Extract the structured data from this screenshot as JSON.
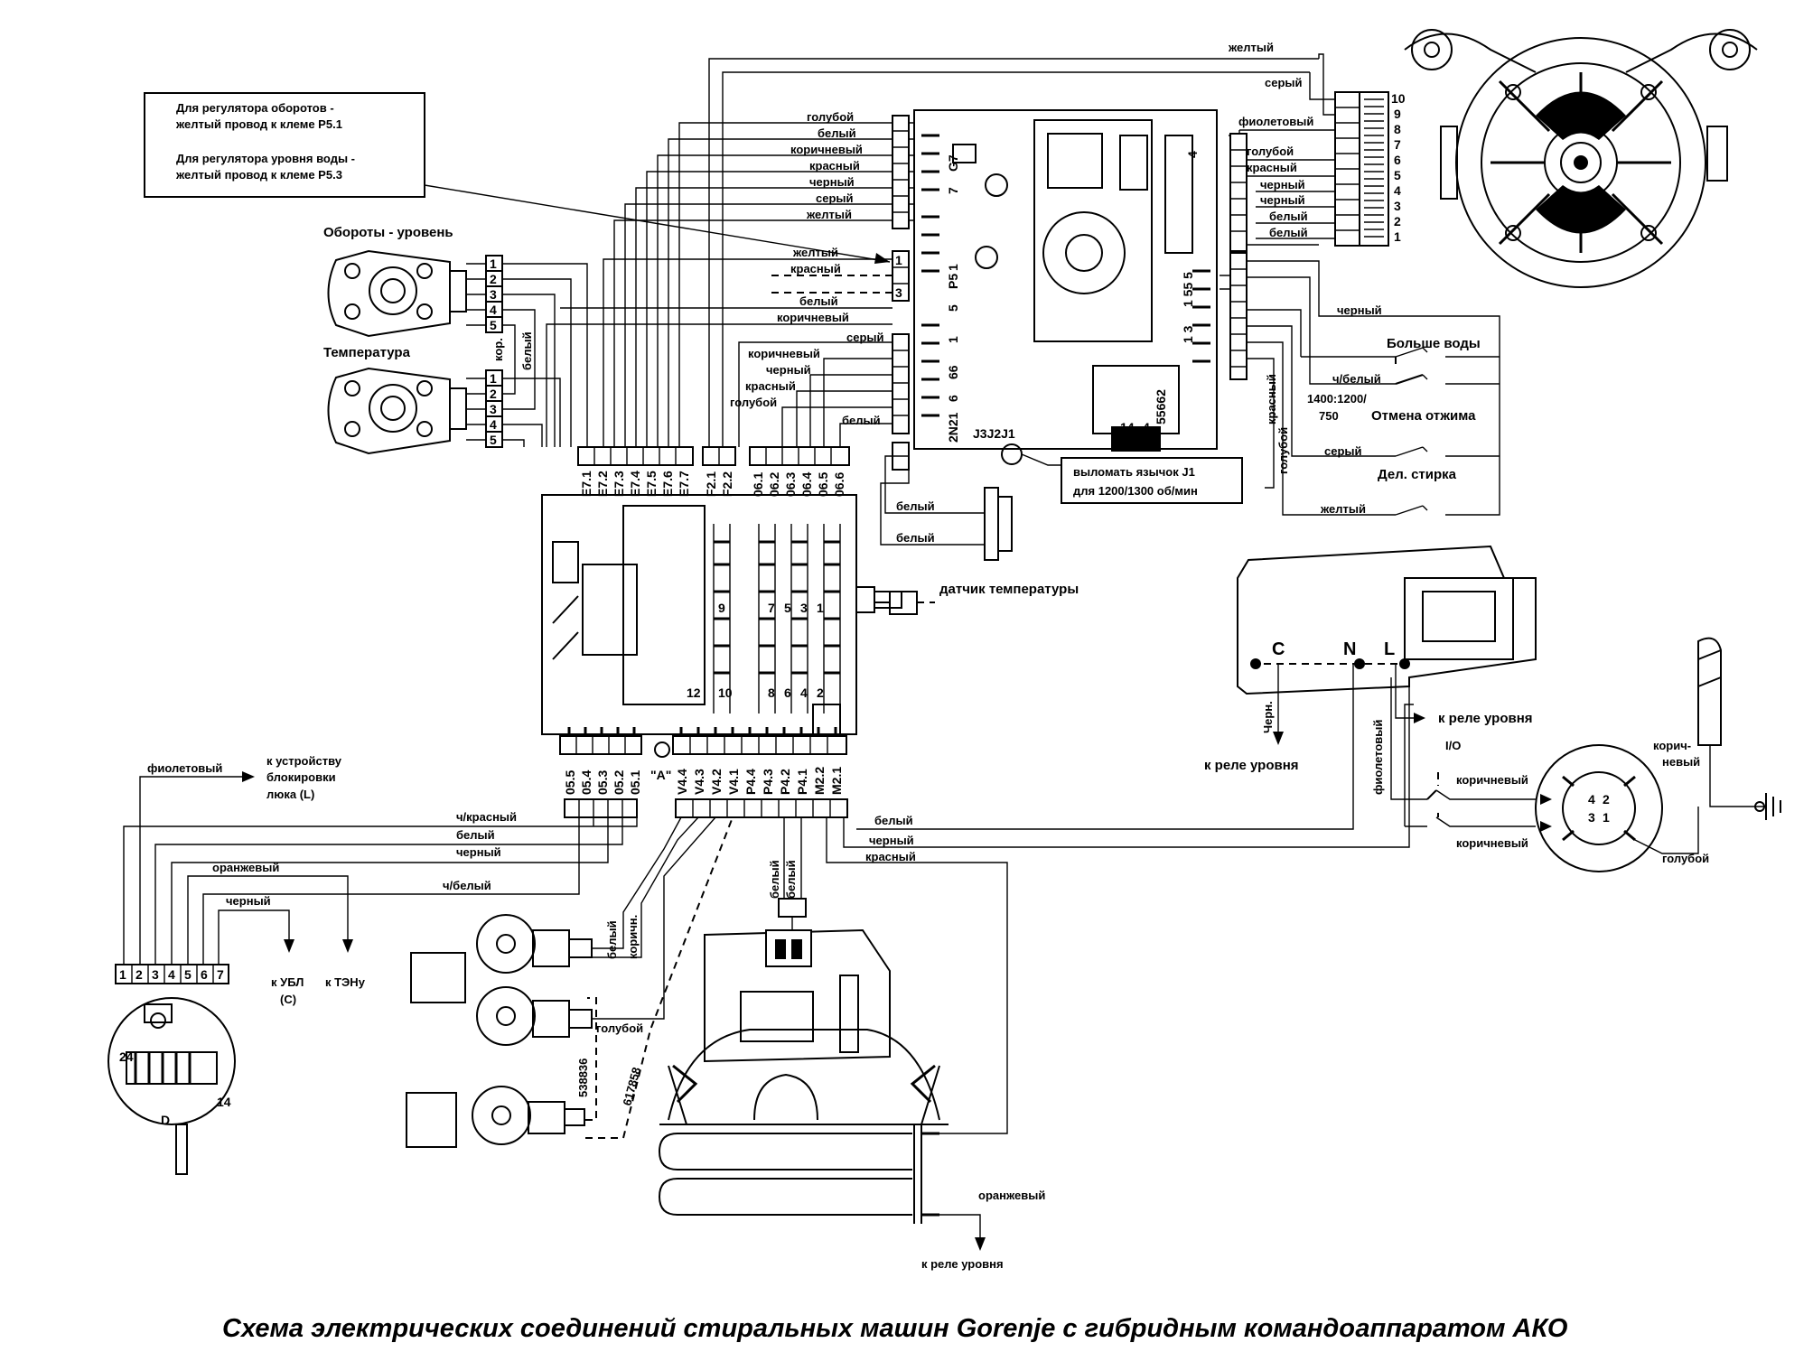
{
  "title": "Схема электрических соединений стиральных машин Gorenje с гибридным командоаппаратом АКО",
  "note": {
    "line1": "Для регулятора оборотов -",
    "line2": "желтый провод к клеме P5.1",
    "line3": "Для регулятора уровня воды -",
    "line4": "желтый провод к клеме P5.3"
  },
  "selector_labels": {
    "speed_level": "Обороты - уровень",
    "temperature": "Температура",
    "kor": "кор.",
    "white": "белый"
  },
  "board_wires_top": [
    "голубой",
    "белый",
    "коричневый",
    "красный",
    "черный",
    "серый",
    "желтый"
  ],
  "board_wires_mid": [
    "желтый",
    "красный",
    "белый",
    "коричневый"
  ],
  "board_wires_low": [
    "серый",
    "коричневый",
    "черный",
    "красный",
    "голубой",
    "белый"
  ],
  "board_codes": [
    "G7",
    "7",
    "1",
    "P5",
    "5",
    "66",
    "2N21",
    "6",
    "1",
    "3",
    "J3J2J1",
    "14",
    "4",
    "55662",
    "1 3",
    "1 55 5",
    "4"
  ],
  "motor_wires_top": [
    "желтый",
    "серый"
  ],
  "motor_wires": [
    "фиолетовый",
    "голубой",
    "красный",
    "черный",
    "черный",
    "белый",
    "белый"
  ],
  "motor_pins": [
    "10",
    "9",
    "8",
    "7",
    "6",
    "5",
    "4",
    "3",
    "2",
    "1"
  ],
  "switches": {
    "black": "черный",
    "more_water": "Больше воды",
    "ch_white": "ч/белый",
    "speeds_1": "1400:1200/",
    "speeds_2": "750",
    "cancel_spin": "Отмена отжима",
    "gray": "серый",
    "del_wash": "Дел. стирка",
    "yellow": "желтый",
    "red": "красный",
    "blue": "голубой"
  },
  "jumper_note": {
    "line1": "выломать язычок J1",
    "line2": "для 1200/1300 об/мин"
  },
  "temp_sensor": {
    "label": "датчик температуры",
    "white1": "белый",
    "white2": "белый"
  },
  "e7_terminals": [
    "E7.1",
    "E7.2",
    "E7.3",
    "E7.4",
    "E7.5",
    "E7.6",
    "E7.7"
  ],
  "f2_terminals": [
    "F2.1",
    "F2.2"
  ],
  "o6_terminals": [
    "06.1",
    "06.2",
    "06.3",
    "06.4",
    "06.5",
    "06.6"
  ],
  "programmer_numbers": [
    "9",
    "7",
    "5",
    "3",
    "1",
    "12",
    "10",
    "8",
    "6",
    "4",
    "2"
  ],
  "bottom_terminals_left": [
    "05.5",
    "05.4",
    "05.3",
    "05.2",
    "05.1"
  ],
  "bottom_marker": "\"A\"",
  "bottom_terminals_right": [
    "V4.4",
    "V4.3",
    "V4.2",
    "V4.1",
    "P4.4",
    "P4.3",
    "P4.2",
    "P4.1",
    "M2.2",
    "M2.1"
  ],
  "door_lock": {
    "c": "C",
    "n": "N",
    "l": "L",
    "black": "Черн.",
    "to_level_relay_right": "к реле уровня",
    "to_level_relay_left": "к реле уровня"
  },
  "level_sensor": {
    "io": "I/O",
    "violet": "фиолетовый",
    "brown1": "коричневый",
    "brown2": "коричневый",
    "brown_top_1": "корич-",
    "brown_top_2": "невый",
    "blue": "голубой",
    "pins": [
      "4",
      "2",
      "3",
      "1"
    ]
  },
  "left_wires": {
    "violet": "фиолетовый",
    "to_lock_1": "к устройству",
    "to_lock_2": "блокировки",
    "to_lock_3": "люка (L)",
    "ch_red": "ч/красный",
    "white": "белый",
    "black": "черный",
    "orange": "оранжевый",
    "ch_white": "ч/белый",
    "black2": "черный",
    "to_ubl_1": "к УБЛ",
    "to_ubl_2": "(C)",
    "to_ten": "к ТЭНу"
  },
  "pressure_pins": [
    "1",
    "2",
    "3",
    "4",
    "5",
    "6",
    "7"
  ],
  "pressure_marks": [
    "24",
    "14",
    "D"
  ],
  "bottom_wires": {
    "white": "белый",
    "black": "черный",
    "red": "красный",
    "white_v": "белый",
    "brown_v": "коричн.",
    "blue": "голубой",
    "white_m1": "белый",
    "white_m2": "белый",
    "code1": "538836",
    "code2": "617858",
    "orange": "оранжевый",
    "to_level_relay": "к реле уровня"
  },
  "terminal_numbers": [
    "1",
    "2",
    "3",
    "4",
    "5"
  ]
}
